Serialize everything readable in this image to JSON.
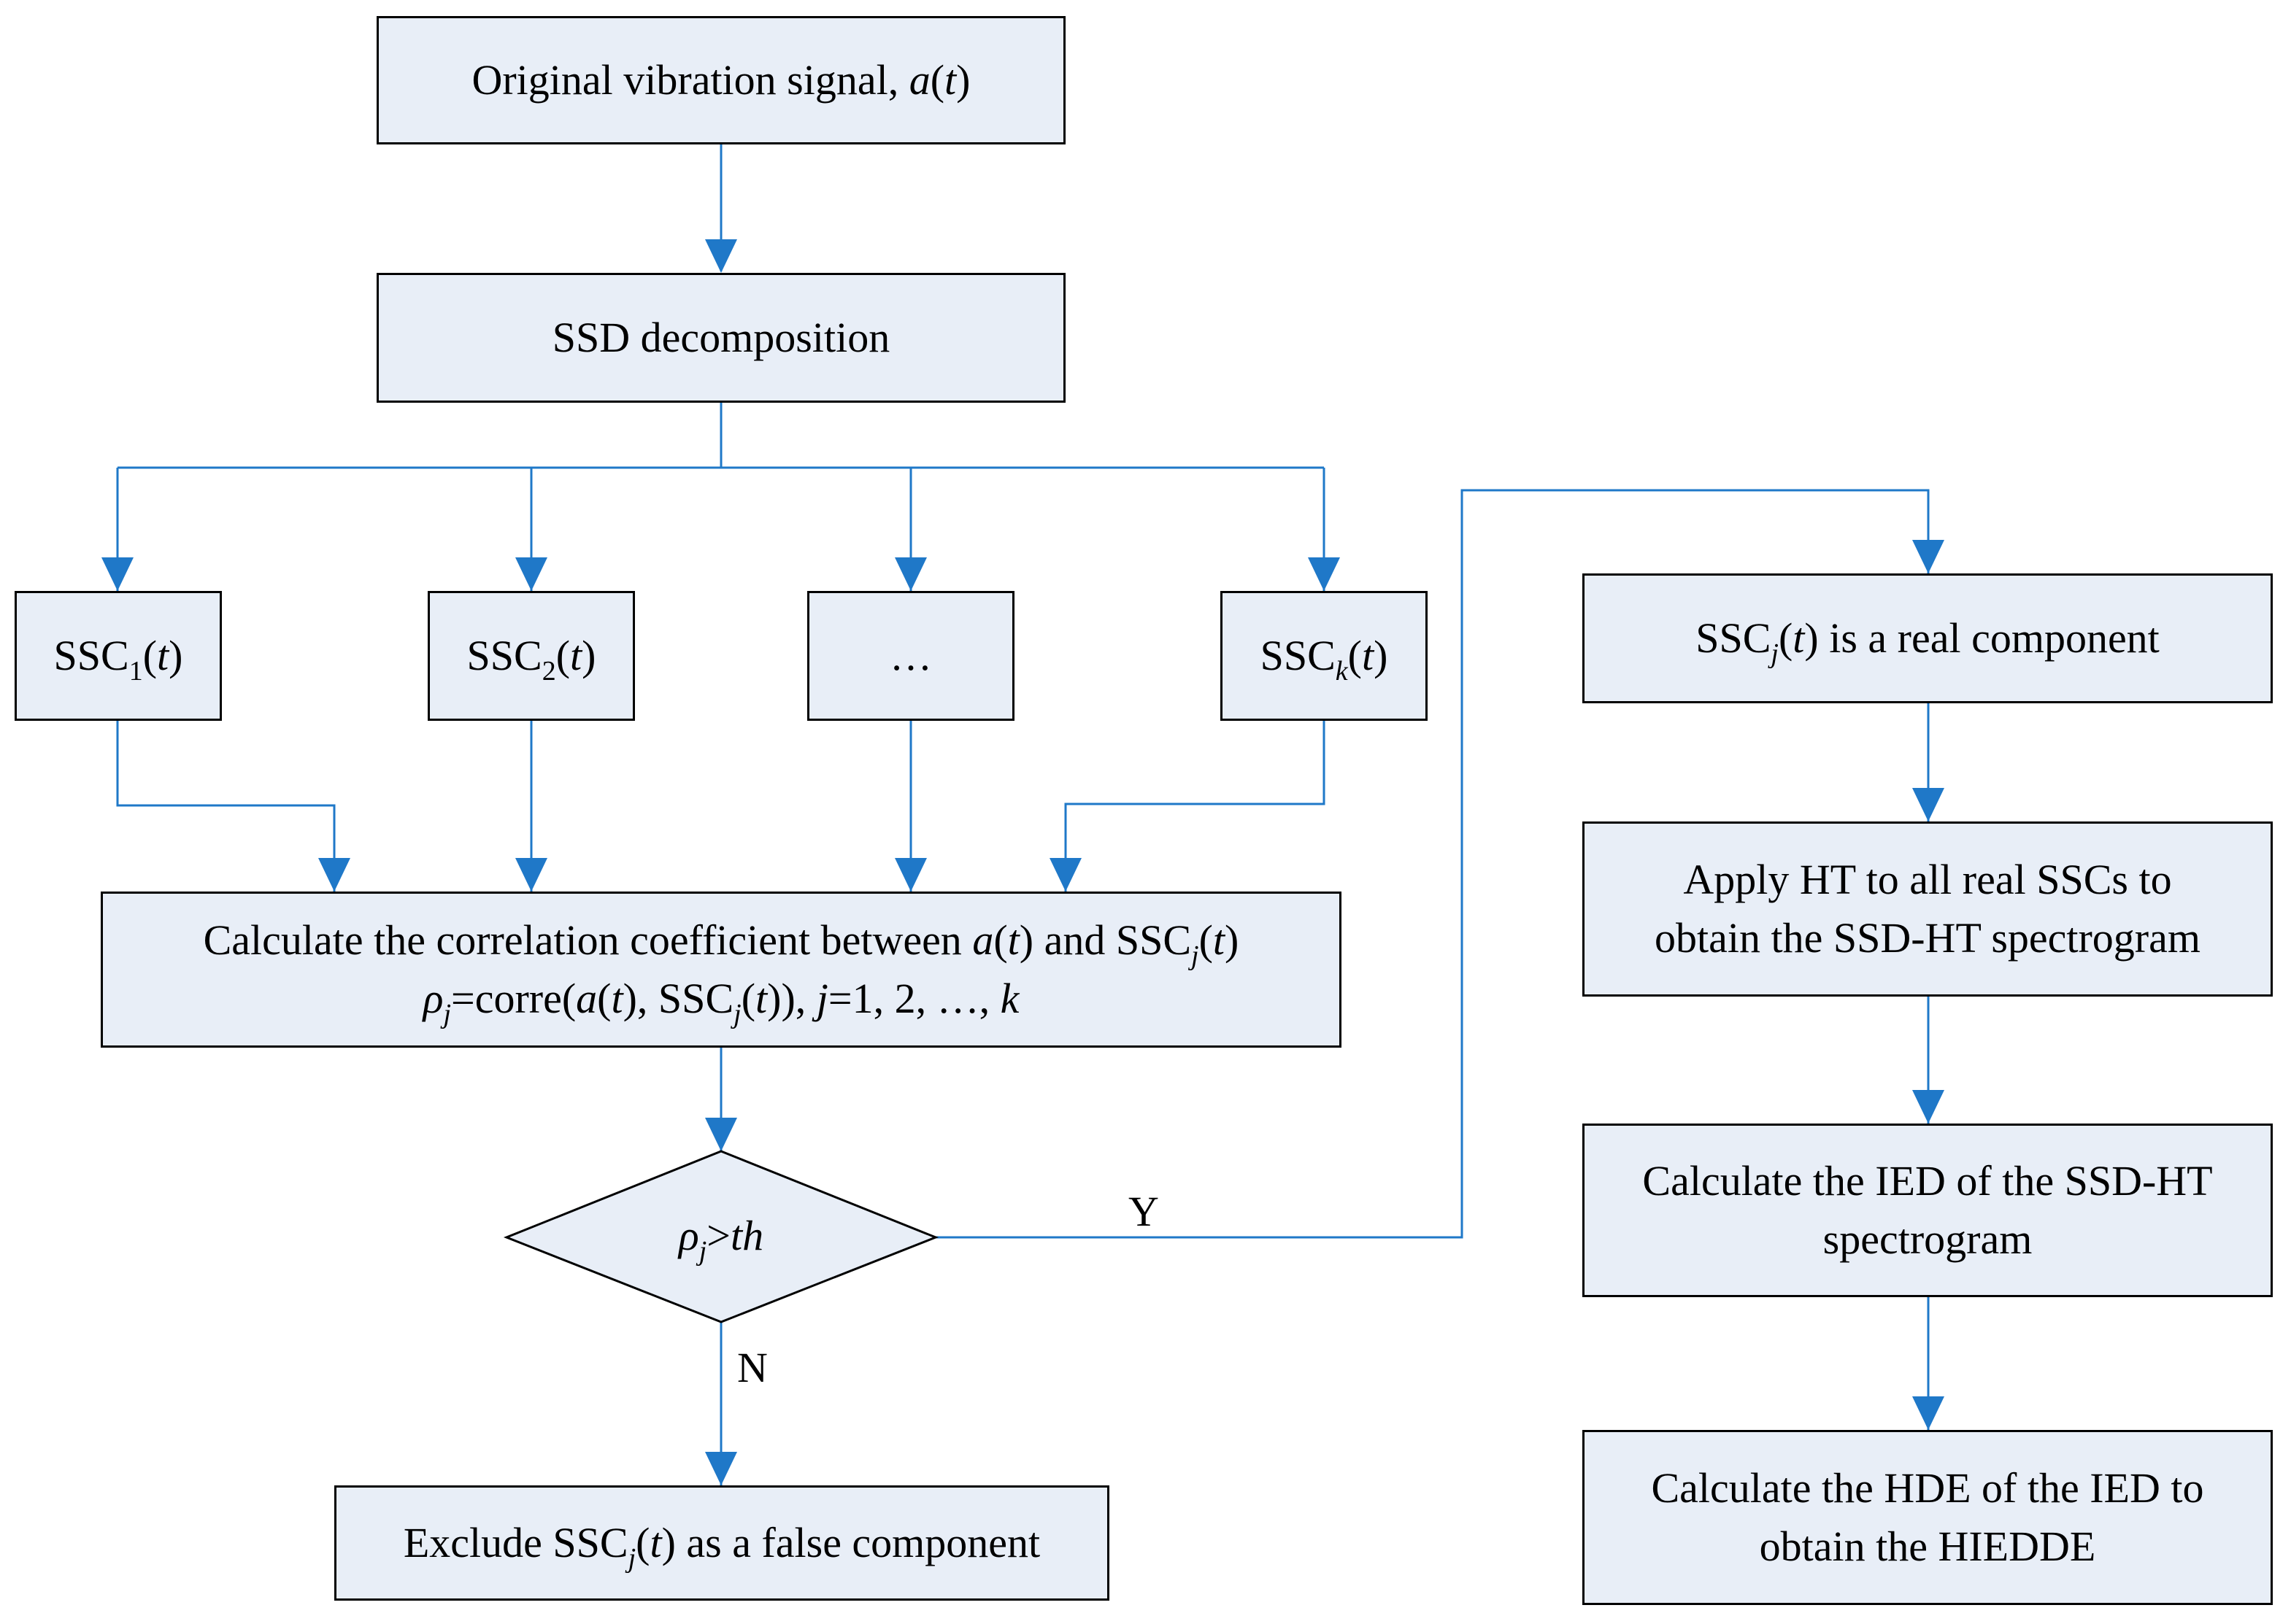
{
  "nodes": {
    "original_signal": {
      "text": "Original vibration signal, ",
      "var": "a",
      "open": "(",
      "arg": "t",
      "close": ")"
    },
    "ssd_decomposition": {
      "text": "SSD decomposition"
    },
    "ssc1": {
      "name": "SSC",
      "sub": "1",
      "open": "(",
      "arg": "t",
      "close": ")"
    },
    "ssc2": {
      "name": "SSC",
      "sub": "2",
      "open": "(",
      "arg": "t",
      "close": ")"
    },
    "ellipsis": {
      "text": "…"
    },
    "ssck": {
      "name": "SSC",
      "sub": "k",
      "open": "(",
      "arg": "t",
      "close": ")"
    },
    "correlation": {
      "line1_prefix": "Calculate the correlation coefficient between ",
      "line1_var": "a",
      "line1_open": "(",
      "line1_arg": "t",
      "line1_mid": ") and SSC",
      "line1_sub": "j",
      "line1_open2": "(",
      "line1_arg2": "t",
      "line1_close": ")",
      "line2_rho": "ρ",
      "line2_rho_sub": "j",
      "line2_eq": "=corre(",
      "line2_var": "a",
      "line2_open": "(",
      "line2_arg": "t",
      "line2_mid": "), SSC",
      "line2_sub": "j",
      "line2_open2": "(",
      "line2_arg2": "t",
      "line2_close": ")), ",
      "line2_j": "j",
      "line2_range": "=1, 2, …, ",
      "line2_k": "k"
    },
    "decision": {
      "rho": "ρ",
      "sub": "j",
      "op": ">",
      "th": "th"
    },
    "exclude": {
      "prefix": "Exclude SSC",
      "sub": "j",
      "open": "(",
      "arg": "t",
      "suffix": ") as a false component"
    },
    "real_component": {
      "prefix": "SSC",
      "sub": "j",
      "open": "(",
      "arg": "t",
      "suffix": ") is a real component"
    },
    "apply_ht": {
      "line1": "Apply HT to all real SSCs to",
      "line2": "obtain the SSD-HT spectrogram"
    },
    "calc_ied": {
      "line1": "Calculate the IED of the SSD-HT",
      "line2": "spectrogram"
    },
    "calc_hde": {
      "line1": "Calculate the HDE of the IED to",
      "line2": "obtain the HIEDDE"
    }
  },
  "labels": {
    "yes": "Y",
    "no": "N"
  },
  "colors": {
    "box_fill": "#e8eef7",
    "box_border": "#000000",
    "arrow": "#1f78c8",
    "text": "#000000"
  }
}
